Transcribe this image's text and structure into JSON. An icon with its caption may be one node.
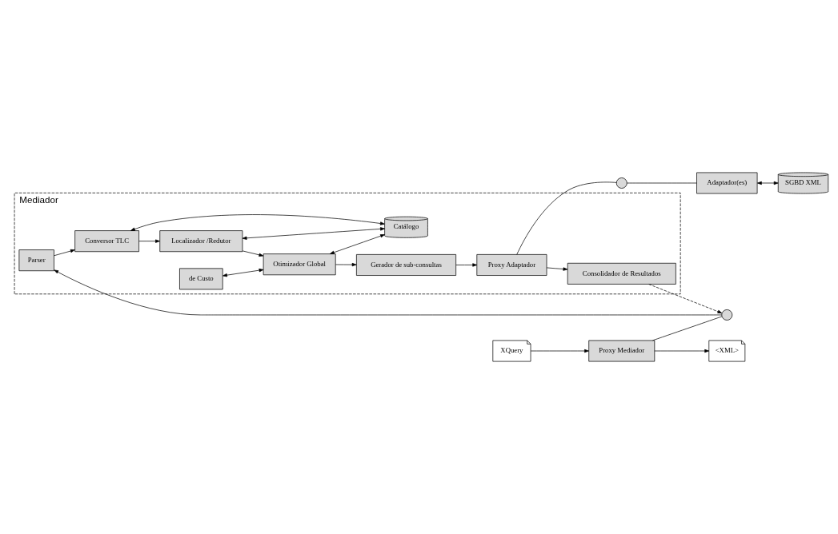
{
  "diagram": {
    "nodes": [
      {
        "text": [
          "Mediador"
        ]
      },
      {
        "text": [
          "XQuery"
        ]
      },
      {
        "text": [
          "<XML>"
        ]
      },
      {
        "text": [
          "Proxy Mediador"
        ]
      },
      {
        "text": [],
        "shape": "circle"
      },
      {
        "text": [
          "Parser"
        ],
        "in": 0
      },
      {
        "text": [
          "Conversor TLC"
        ],
        "in": 0
      },
      {
        "text": [
          "Localizador /Redutor"
        ],
        "in": 0
      },
      {
        "text": [
          "de Custo"
        ],
        "in": 0
      },
      {
        "text": [
          "Otimizador Global"
        ],
        "in": 0
      },
      {
        "text": [
          "Catálogo"
        ],
        "in": 0
      },
      {
        "text": [
          "Consolidador de Resultados"
        ],
        "in": 0
      },
      {
        "text": [
          "Proxy Adaptador"
        ],
        "in": 0
      },
      {
        "text": [
          "Gerador de sub-consultas"
        ],
        "in": 0
      },
      {
        "text": [],
        "shape": "circle"
      },
      {
        "text": [
          "Adaptador(es)"
        ]
      },
      {
        "text": [
          "SGBD XML"
        ]
      }
    ],
    "edges": [
      {
        "from": 1,
        "to": 3,
        "arrow": "to"
      },
      {
        "from": 3,
        "to": 2,
        "arrow": "to"
      },
      {
        "from": 3,
        "to": 4,
        "arrow": "none"
      },
      {
        "from": 4,
        "to": 5,
        "arrow": "to"
      },
      {
        "from": 5,
        "to": 6,
        "arrow": "to"
      },
      {
        "from": 6,
        "to": 7,
        "arrow": "to"
      },
      {
        "from": 7,
        "to": 9,
        "arrow": "to"
      },
      {
        "from": 8,
        "to": 9,
        "arrow": "both"
      },
      {
        "from": 6,
        "to": 10,
        "arrow": "both"
      },
      {
        "from": 7,
        "to": 10,
        "arrow": "both"
      },
      {
        "from": 9,
        "to": 10,
        "arrow": "both"
      },
      {
        "from": 9,
        "to": 13,
        "arrow": "to"
      },
      {
        "from": 13,
        "to": 12,
        "arrow": "to"
      },
      {
        "from": 12,
        "to": 11,
        "arrow": "to"
      },
      {
        "from": 11,
        "to": 4,
        "arrow": "to",
        "style": "dashed"
      },
      {
        "from": 12,
        "to": 14,
        "arrow": "none"
      },
      {
        "from": 14,
        "to": 15,
        "arrow": "none"
      },
      {
        "from": 15,
        "to": 16,
        "arrow": "both"
      }
    ]
  }
}
